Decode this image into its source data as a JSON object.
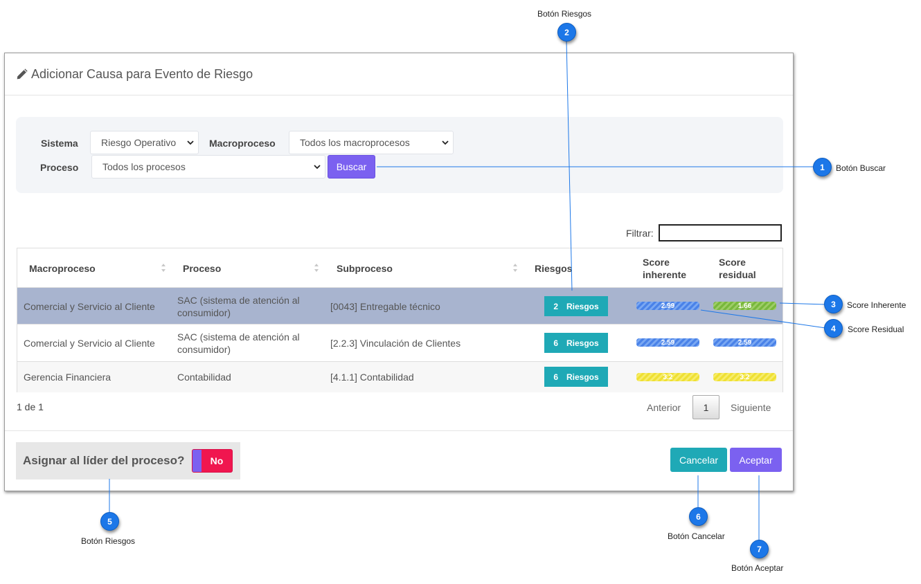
{
  "modal": {
    "title": "Adicionar Causa para Evento de Riesgo",
    "title_icon": "pencil-icon"
  },
  "filters": {
    "sistema_label": "Sistema",
    "sistema_value": "Riesgo Operativo",
    "macroproceso_label": "Macroproceso",
    "macroproceso_value": "Todos los macroprocesos",
    "proceso_label": "Proceso",
    "proceso_value": "Todos los procesos",
    "buscar_label": "Buscar"
  },
  "table_filter": {
    "label": "Filtrar:",
    "value": ""
  },
  "table": {
    "headers": {
      "macroproceso": "Macroproceso",
      "proceso": "Proceso",
      "subproceso": "Subproceso",
      "riesgos": "Riesgos",
      "score_inherente": "Score inherente",
      "score_residual": "Score residual"
    },
    "rows": [
      {
        "macroproceso": "Comercial y Servicio al Cliente",
        "proceso": "SAC (sistema de atención al consumidor)",
        "subproceso": "[0043] Entregable técnico",
        "riesgos_count": "2",
        "riesgos_label": "Riesgos",
        "score_inherente": "2.99",
        "score_residual": "1.66",
        "inherente_color": "#4a82e8",
        "residual_color": "#78b83c"
      },
      {
        "macroproceso": "Comercial y Servicio al Cliente",
        "proceso": "SAC (sistema de atención al consumidor)",
        "subproceso": "[2.2.3] Vinculación de Clientes",
        "riesgos_count": "6",
        "riesgos_label": "Riesgos",
        "score_inherente": "2.59",
        "score_residual": "2.59",
        "inherente_color": "#4a82e8",
        "residual_color": "#4a82e8"
      },
      {
        "macroproceso": "Gerencia Financiera",
        "proceso": "Contabilidad",
        "subproceso": "[4.1.1] Contabilidad",
        "riesgos_count": "6",
        "riesgos_label": "Riesgos",
        "score_inherente": "3.2",
        "score_residual": "3.2",
        "inherente_color": "#efe033",
        "residual_color": "#efe033"
      }
    ]
  },
  "pagination": {
    "info": "1 de 1",
    "prev": "Anterior",
    "page": "1",
    "next": "Siguiente"
  },
  "footer": {
    "assign_label": "Asignar al líder del proceso?",
    "toggle_value": "No",
    "cancel_label": "Cancelar",
    "accept_label": "Aceptar"
  },
  "callouts": [
    {
      "number": "1",
      "label": "Botón Buscar"
    },
    {
      "number": "2",
      "label": "Botón Riesgos"
    },
    {
      "number": "3",
      "label": "Score Inherente"
    },
    {
      "number": "4",
      "label": "Score Residual"
    },
    {
      "number": "5",
      "label": "Botón Riesgos"
    },
    {
      "number": "6",
      "label": "Botón Cancelar"
    },
    {
      "number": "7",
      "label": "Botón Aceptar"
    }
  ],
  "colors": {
    "accent_purple": "#7b61f0",
    "teal": "#1fa9b6",
    "toggle_red": "#f0164f",
    "callout_blue": "#1c77e8",
    "selected_row": "#a8b4cf"
  }
}
